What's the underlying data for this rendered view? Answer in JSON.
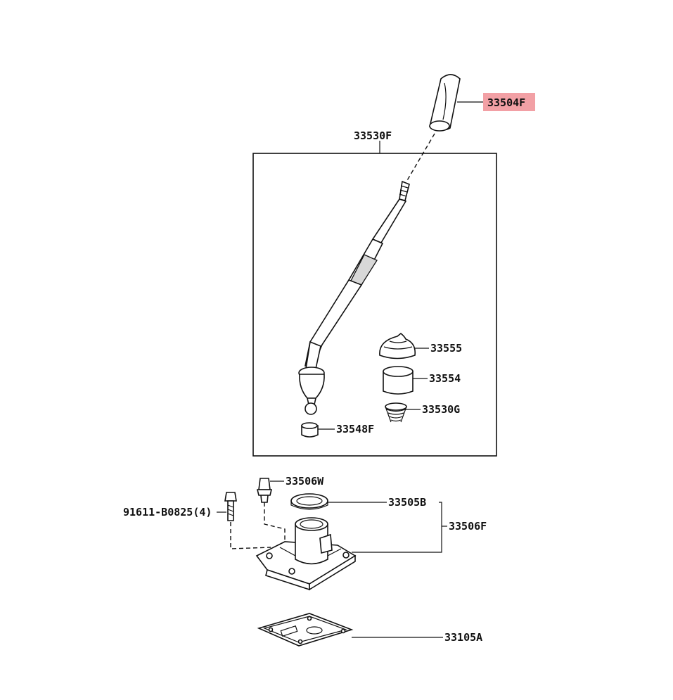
{
  "diagram": {
    "highlight_color": "#f2a0a5",
    "parts": [
      {
        "id": "knob",
        "label": "33504F",
        "highlighted": true
      },
      {
        "id": "lever-assy",
        "label": "33530F"
      },
      {
        "id": "boot",
        "label": "33555"
      },
      {
        "id": "bushing",
        "label": "33554"
      },
      {
        "id": "spring",
        "label": "33530G"
      },
      {
        "id": "seat",
        "label": "33548F"
      },
      {
        "id": "breather-plug",
        "label": "33506W"
      },
      {
        "id": "oil-seal",
        "label": "33505B"
      },
      {
        "id": "retainer-assy",
        "label": "33506F"
      },
      {
        "id": "bolt",
        "label": "91611-B0825(4)"
      },
      {
        "id": "gasket",
        "label": "33105A"
      }
    ]
  }
}
